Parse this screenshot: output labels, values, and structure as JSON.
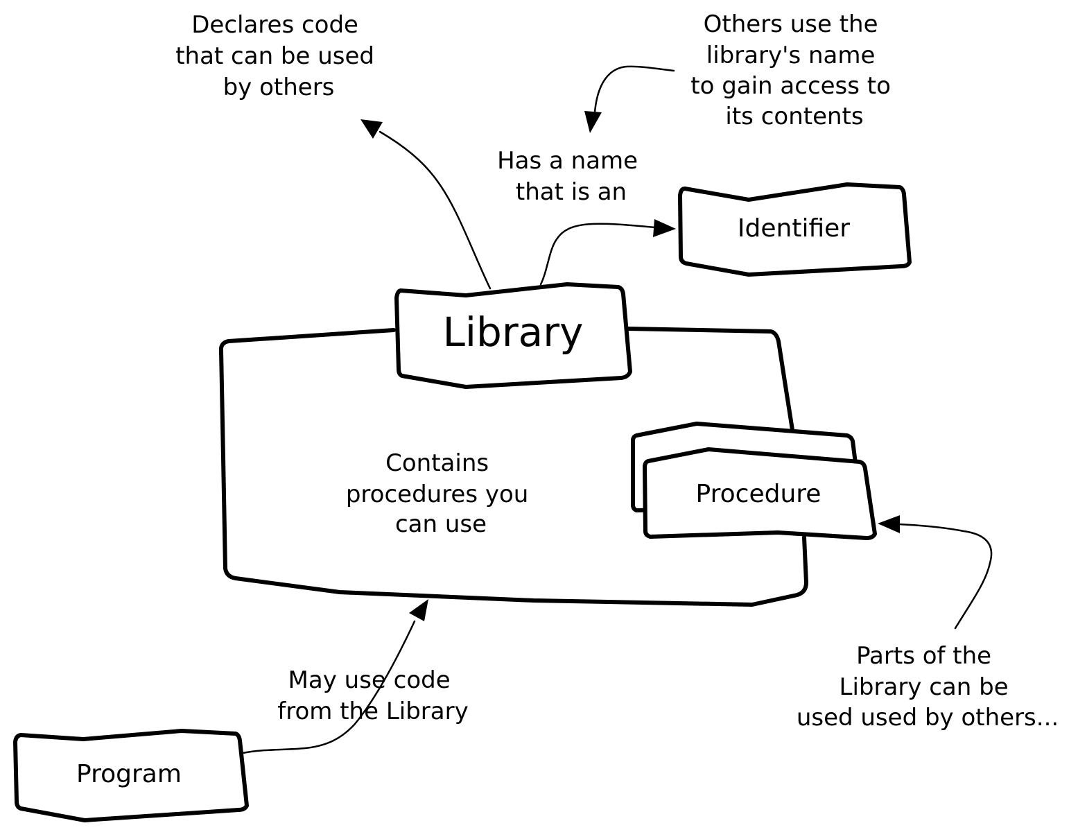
{
  "nodes": {
    "library": "Library",
    "identifier": "Identifier",
    "procedure": "Procedure",
    "program": "Program"
  },
  "annotations": {
    "declares": [
      "Declares code",
      "that can be used",
      "by others"
    ],
    "others_use": [
      "Others use the",
      "library's name",
      "to gain access to",
      "its contents"
    ],
    "has_name": [
      "Has a name",
      "that is an"
    ],
    "contains": [
      "Contains",
      "procedures you",
      "can use"
    ],
    "may_use": [
      "May use code",
      "from the Library"
    ],
    "parts": [
      "Parts of the",
      "Library can be",
      "used used by others..."
    ]
  },
  "colors": {
    "stroke": "#000000",
    "background": "#ffffff"
  }
}
